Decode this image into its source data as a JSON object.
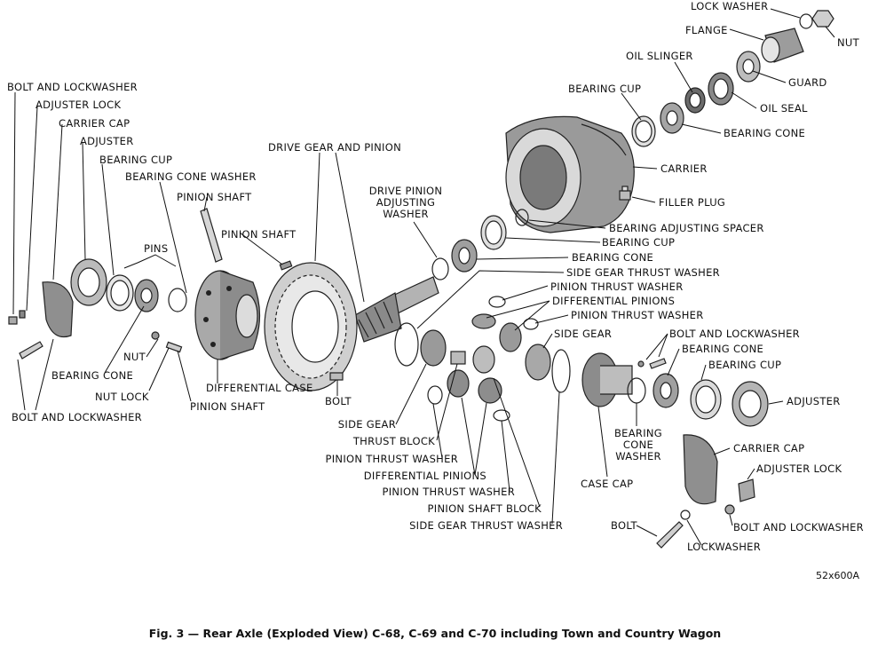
{
  "caption": "Fig. 3 — Rear Axle (Exploded View) C-68, C-69 and C-70 including Town and Country Wagon",
  "figure_code": "52x600A",
  "labels": {
    "lock_washer_top": "LOCK WASHER",
    "flange": "FLANGE",
    "nut_top": "NUT",
    "oil_slinger": "OIL SLINGER",
    "guard": "GUARD",
    "bearing_cup_top": "BEARING CUP",
    "oil_seal": "OIL SEAL",
    "bearing_cone_top": "BEARING CONE",
    "carrier": "CARRIER",
    "filler_plug": "FILLER PLUG",
    "bearing_adjusting_spacer": "BEARING ADJUSTING SPACER",
    "bearing_cup_mid": "BEARING CUP",
    "bearing_cone_mid": "BEARING CONE",
    "side_gear_thrust_washer_top": "SIDE GEAR THRUST WASHER",
    "pinion_thrust_washer_1": "PINION THRUST WASHER",
    "differential_pinions_top": "DIFFERENTIAL PINIONS",
    "pinion_thrust_washer_2": "PINION THRUST WASHER",
    "side_gear_right": "SIDE GEAR",
    "bolt_and_lockwasher_right_mid": "BOLT AND LOCKWASHER",
    "bearing_cone_right": "BEARING CONE",
    "bearing_cup_right": "BEARING CUP",
    "adjuster_right": "ADJUSTER",
    "carrier_cap_right": "CARRIER CAP",
    "adjuster_lock_right": "ADJUSTER LOCK",
    "bolt_and_lockwasher_right_bottom": "BOLT AND LOCKWASHER",
    "lockwasher_bottom": "LOCKWASHER",
    "bolt_bottom": "BOLT",
    "case_cap": "CASE CAP",
    "bearing_cone_washer_right": "BEARING\nCONE\nWASHER",
    "side_gear_thrust_washer_bottom": "SIDE GEAR THRUST WASHER",
    "pinion_shaft_block": "PINION SHAFT BLOCK",
    "pinion_thrust_washer_3": "PINION THRUST WASHER",
    "differential_pinions_bottom": "DIFFERENTIAL PINIONS",
    "pinion_thrust_washer_4": "PINION THRUST WASHER",
    "thrust_block": "THRUST BLOCK",
    "side_gear_left": "SIDE GEAR",
    "bolt_mid": "BOLT",
    "differential_case": "DIFFERENTIAL CASE",
    "pinion_shaft_bottom": "PINION SHAFT",
    "pinion_shaft_mid": "PINION SHAFT",
    "pinion_shaft_upper": "PINION SHAFT",
    "drive_gear_and_pinion": "DRIVE GEAR AND PINION",
    "drive_pinion_adjusting_washer": "DRIVE PINION\nADJUSTING\nWASHER",
    "bolt_and_lockwasher_left_top": "BOLT AND LOCKWASHER",
    "adjuster_lock_left": "ADJUSTER LOCK",
    "carrier_cap_left": "CARRIER CAP",
    "adjuster_left": "ADJUSTER",
    "bearing_cup_left": "BEARING CUP",
    "bearing_cone_washer_left": "BEARING CONE WASHER",
    "pins": "PINS",
    "nut_left": "NUT",
    "bearing_cone_left": "BEARING CONE",
    "nut_lock": "NUT LOCK",
    "bolt_and_lockwasher_left_bottom": "BOLT AND LOCKWASHER"
  }
}
